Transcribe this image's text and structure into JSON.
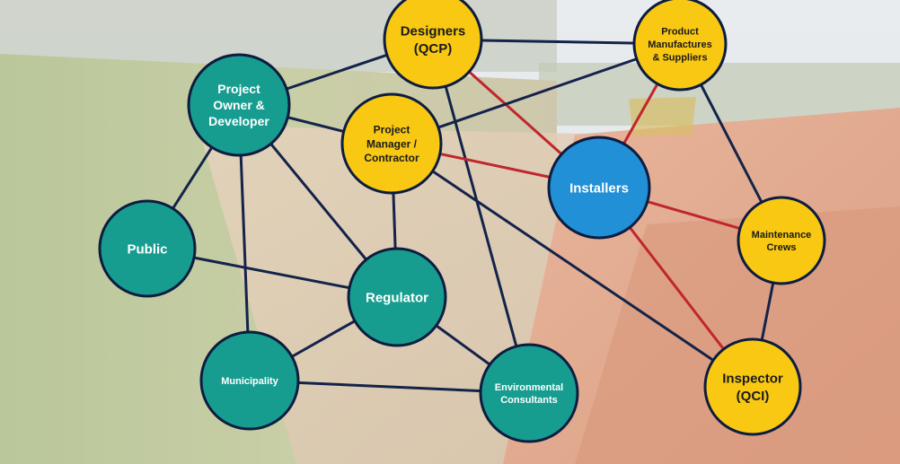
{
  "colors": {
    "edge_dark": "#14234a",
    "edge_red": "#c0262d",
    "teal": "#179d8f",
    "yellow": "#f8c813",
    "blue": "#2190d6",
    "node_stroke": "#0d1c3f"
  },
  "nodes": [
    {
      "id": "designers",
      "lines": [
        "Designers",
        "(QCP)"
      ],
      "color": "yellow",
      "text": "dark"
    },
    {
      "id": "manufacturers",
      "lines": [
        "Product",
        "Manufactures",
        "& Suppliers"
      ],
      "color": "yellow",
      "text": "dark"
    },
    {
      "id": "owner",
      "lines": [
        "Project",
        "Owner &",
        "Developer"
      ],
      "color": "teal",
      "text": "light"
    },
    {
      "id": "pm",
      "lines": [
        "Project",
        "Manager /",
        "Contractor"
      ],
      "color": "yellow",
      "text": "dark"
    },
    {
      "id": "installers",
      "lines": [
        "Installers"
      ],
      "color": "blue",
      "text": "light"
    },
    {
      "id": "public",
      "lines": [
        "Public"
      ],
      "color": "teal",
      "text": "light"
    },
    {
      "id": "maintenance",
      "lines": [
        "Maintenance",
        "Crews"
      ],
      "color": "yellow",
      "text": "dark"
    },
    {
      "id": "regulator",
      "lines": [
        "Regulator"
      ],
      "color": "teal",
      "text": "light"
    },
    {
      "id": "municipality",
      "lines": [
        "Municipality"
      ],
      "color": "teal",
      "text": "light"
    },
    {
      "id": "environmental",
      "lines": [
        "Environmental",
        "Consultants"
      ],
      "color": "teal",
      "text": "light"
    },
    {
      "id": "inspector",
      "lines": [
        "Inspector",
        "(QCI)"
      ],
      "color": "yellow",
      "text": "dark"
    }
  ],
  "edges": [
    {
      "from": "designers",
      "to": "manufacturers",
      "kind": "dark"
    },
    {
      "from": "designers",
      "to": "owner",
      "kind": "dark"
    },
    {
      "from": "designers",
      "to": "environmental",
      "kind": "dark"
    },
    {
      "from": "designers",
      "to": "installers",
      "kind": "red"
    },
    {
      "from": "manufacturers",
      "to": "pm",
      "kind": "dark"
    },
    {
      "from": "manufacturers",
      "to": "maintenance",
      "kind": "dark"
    },
    {
      "from": "manufacturers",
      "to": "installers",
      "kind": "red"
    },
    {
      "from": "owner",
      "to": "pm",
      "kind": "dark"
    },
    {
      "from": "owner",
      "to": "public",
      "kind": "dark"
    },
    {
      "from": "owner",
      "to": "regulator",
      "kind": "dark"
    },
    {
      "from": "owner",
      "to": "municipality",
      "kind": "dark"
    },
    {
      "from": "pm",
      "to": "regulator",
      "kind": "dark"
    },
    {
      "from": "pm",
      "to": "inspector",
      "kind": "dark"
    },
    {
      "from": "pm",
      "to": "installers",
      "kind": "red"
    },
    {
      "from": "public",
      "to": "regulator",
      "kind": "dark"
    },
    {
      "from": "regulator",
      "to": "municipality",
      "kind": "dark"
    },
    {
      "from": "regulator",
      "to": "environmental",
      "kind": "dark"
    },
    {
      "from": "municipality",
      "to": "environmental",
      "kind": "dark"
    },
    {
      "from": "installers",
      "to": "maintenance",
      "kind": "red"
    },
    {
      "from": "installers",
      "to": "inspector",
      "kind": "red"
    },
    {
      "from": "maintenance",
      "to": "inspector",
      "kind": "dark"
    }
  ]
}
